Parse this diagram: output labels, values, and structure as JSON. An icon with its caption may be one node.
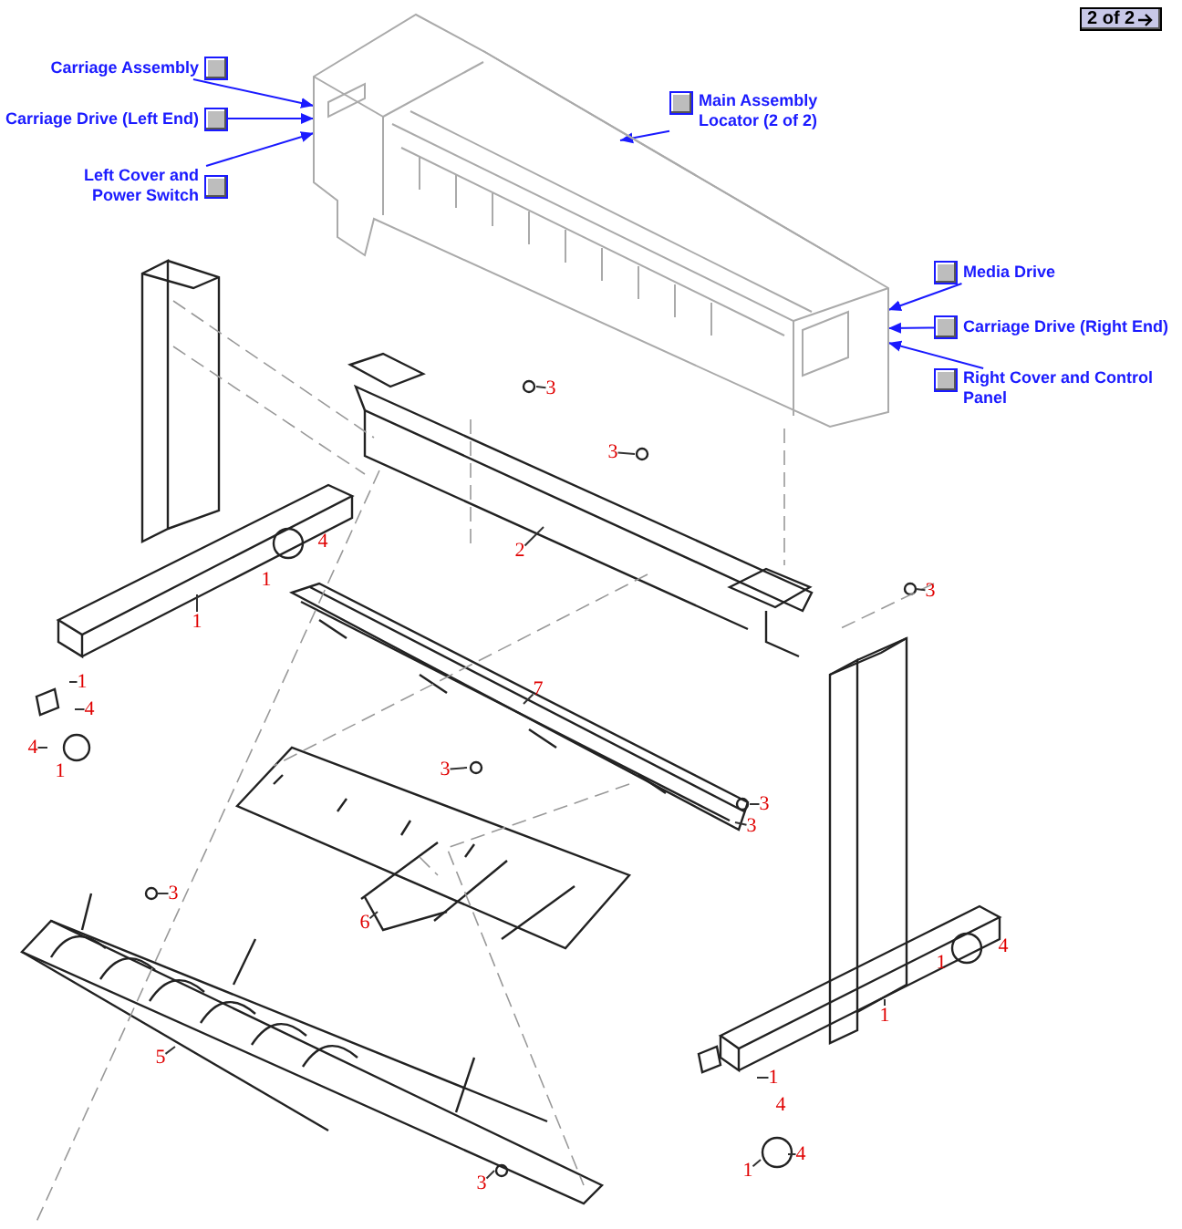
{
  "diagram": {
    "nodes": [
      {
        "text": [
          "Carriage Assembly"
        ]
      },
      {
        "text": [
          "Carriage Drive (Left End)"
        ]
      },
      {
        "text": [
          "Left Cover and Power Switch"
        ]
      },
      {
        "text": [
          "Main Assembly Locator (2 of 2)"
        ]
      },
      {
        "text": [
          "Media Drive"
        ]
      },
      {
        "text": [
          "Carriage Drive (Right End)"
        ]
      },
      {
        "text": [
          "Right Cover and Control Panel"
        ]
      },
      {
        "text": [],
        "shape": "picture"
      },
      {
        "text": [
          "3"
        ]
      },
      {
        "text": [
          "3"
        ]
      },
      {
        "text": [
          "2"
        ]
      },
      {
        "text": [
          "3"
        ]
      },
      {
        "text": [
          "1"
        ]
      },
      {
        "text": [
          "1"
        ]
      },
      {
        "text": [
          "7"
        ]
      },
      {
        "text": [
          "4"
        ]
      },
      {
        "text": [
          "4"
        ]
      },
      {
        "text": [
          "3"
        ]
      },
      {
        "text": [
          "3"
        ]
      },
      {
        "text": [
          "3"
        ]
      },
      {
        "text": [
          "3"
        ]
      },
      {
        "text": [
          "6"
        ]
      },
      {
        "text": [
          "5"
        ]
      },
      {
        "text": [
          "1"
        ]
      },
      {
        "text": [
          "1"
        ]
      },
      {
        "text": [
          "4"
        ]
      },
      {
        "text": [
          "1"
        ]
      },
      {
        "text": [
          "3"
        ]
      }
    ],
    "edges": [
      {
        "from": 0,
        "to": 7,
        "arrow": "to",
        "color": "#1a1aff"
      },
      {
        "from": 1,
        "to": 7,
        "arrow": "to",
        "color": "#1a1aff"
      },
      {
        "from": 2,
        "to": 7,
        "arrow": "to",
        "color": "#1a1aff"
      },
      {
        "from": 3,
        "to": 7,
        "arrow": "to",
        "color": "#1a1aff"
      },
      {
        "from": 4,
        "to": 7,
        "arrow": "to",
        "color": "#1a1aff"
      },
      {
        "from": 5,
        "to": 7,
        "arrow": "to",
        "color": "#1a1aff"
      },
      {
        "from": 6,
        "to": 7,
        "arrow": "to",
        "color": "#1a1aff"
      },
      {
        "from": 8,
        "to": null,
        "arrow": "none"
      },
      {
        "from": 9,
        "to": null,
        "arrow": "none"
      },
      {
        "from": 10,
        "to": null,
        "arrow": "none"
      },
      {
        "from": 11,
        "to": null,
        "arrow": "none"
      },
      {
        "from": 12,
        "to": null,
        "arrow": "none"
      },
      {
        "from": 13,
        "to": null,
        "arrow": "none"
      },
      {
        "from": 14,
        "to": null,
        "arrow": "none"
      },
      {
        "from": 15,
        "to": null,
        "arrow": "none"
      },
      {
        "from": 16,
        "to": null,
        "arrow": "none"
      },
      {
        "from": 17,
        "to": null,
        "arrow": "none"
      },
      {
        "from": 18,
        "to": null,
        "arrow": "none"
      },
      {
        "from": 19,
        "to": null,
        "arrow": "none"
      },
      {
        "from": 20,
        "to": null,
        "arrow": "none"
      },
      {
        "from": 21,
        "to": null,
        "arrow": "none"
      },
      {
        "from": 22,
        "to": null,
        "arrow": "none"
      },
      {
        "from": 23,
        "to": null,
        "arrow": "none"
      },
      {
        "from": 24,
        "to": null,
        "arrow": "none"
      },
      {
        "from": 25,
        "to": null,
        "arrow": "none"
      },
      {
        "from": 26,
        "to": null,
        "arrow": "none"
      },
      {
        "from": 27,
        "to": null,
        "arrow": "none"
      }
    ],
    "labels": [
      "2 of 2",
      "4",
      "1",
      "1",
      "4",
      "1",
      "4"
    ]
  }
}
